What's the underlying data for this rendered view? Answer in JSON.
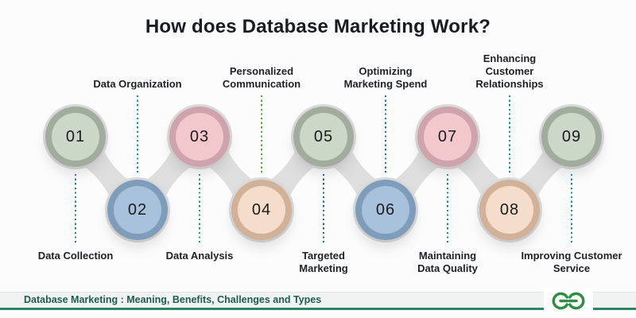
{
  "title": "How does Database Marketing Work?",
  "steps": [
    {
      "number": "01",
      "label": "Data Collection",
      "row": "top",
      "palette": "green",
      "connector_color": "#2b7f9e"
    },
    {
      "number": "02",
      "label": "Data Organization",
      "row": "bottom",
      "palette": "blue",
      "connector_color": "#16a085"
    },
    {
      "number": "03",
      "label": "Data Analysis",
      "row": "top",
      "palette": "pink",
      "connector_color": "#27a368"
    },
    {
      "number": "04",
      "label": "Personalized Communication",
      "row": "bottom",
      "palette": "peach",
      "connector_color": "#58a43f"
    },
    {
      "number": "05",
      "label": "Targeted Marketing",
      "row": "top",
      "palette": "green",
      "connector_color": "#1f63c4"
    },
    {
      "number": "06",
      "label": "Optimizing Marketing Spend",
      "row": "bottom",
      "palette": "blue",
      "connector_color": "#2a6fc2"
    },
    {
      "number": "07",
      "label": "Maintaining Data Quality",
      "row": "top",
      "palette": "pink",
      "connector_color": "#1b8e9e"
    },
    {
      "number": "08",
      "label": "Enhancing Customer Relationships",
      "row": "bottom",
      "palette": "peach",
      "connector_color": "#0f95a4"
    },
    {
      "number": "09",
      "label": "Improving Customer Service",
      "row": "top",
      "palette": "green",
      "connector_color": "#1090a8"
    }
  ],
  "palettes": {
    "green": {
      "ring": "#a2ac9e",
      "fill": "#cbd7c7"
    },
    "blue": {
      "ring": "#7f9dbb",
      "fill": "#a8c2dc"
    },
    "pink": {
      "ring": "#cfa3ac",
      "fill": "#f2c8cd"
    },
    "peach": {
      "ring": "#d1b198",
      "fill": "#f4decb"
    }
  },
  "ribbon_color": "#dadada",
  "footer": {
    "caption": "Database Marketing : Meaning, Benefits, Challenges and Types",
    "caption_color": "#1e5d4e",
    "line_color": "#2e8566",
    "logo": "geeksforgeeks-logo",
    "logo_color": "#2f8d46"
  }
}
